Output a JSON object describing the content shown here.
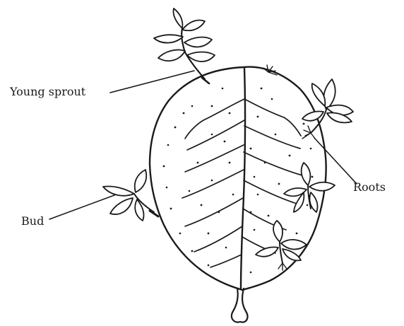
{
  "labels": {
    "young_sprout": "Young sprout",
    "roots": "Roots",
    "bud": "Bud"
  },
  "colors": {
    "ink": "#1a1a1a",
    "background": "#ffffff"
  }
}
